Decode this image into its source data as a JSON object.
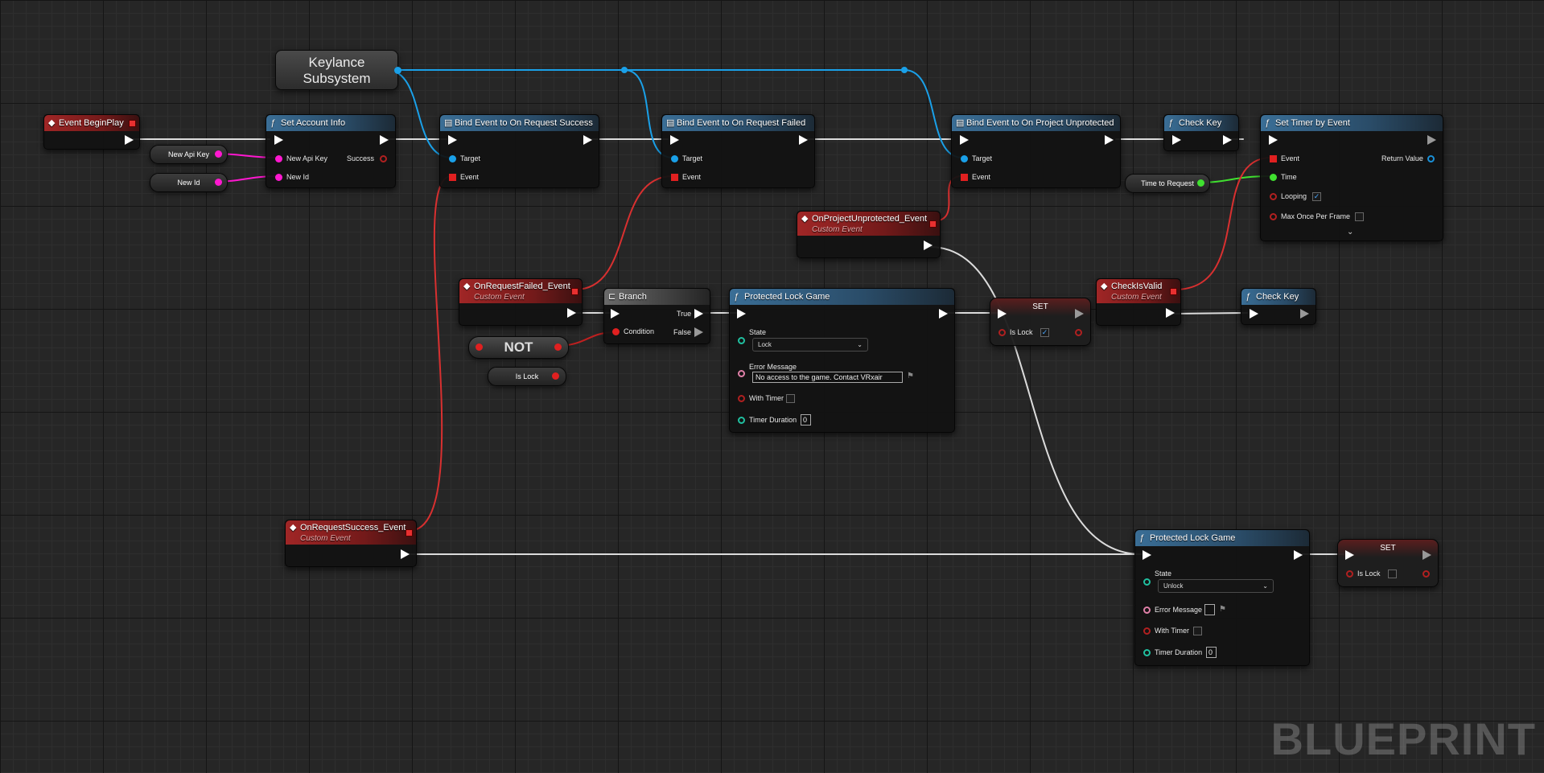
{
  "subsystem": {
    "title": "Keylance Subsystem"
  },
  "event_begin_play": {
    "title": "Event BeginPlay"
  },
  "set_account_info": {
    "title": "Set Account Info",
    "pin_new_api_key": "New Api Key",
    "pin_new_id": "New Id",
    "pin_success": "Success"
  },
  "var_new_api_key": "New Api Key",
  "var_new_id": "New Id",
  "bind_success": {
    "title": "Bind Event to On Request Success",
    "pin_target": "Target",
    "pin_event": "Event"
  },
  "bind_failed": {
    "title": "Bind Event to On Request Failed",
    "pin_target": "Target",
    "pin_event": "Event"
  },
  "bind_unprotected": {
    "title": "Bind Event to On Project Unprotected",
    "pin_target": "Target",
    "pin_event": "Event"
  },
  "check_key_1": {
    "title": "Check Key"
  },
  "check_key_2": {
    "title": "Check Key"
  },
  "set_timer": {
    "title": "Set Timer by Event",
    "pin_event": "Event",
    "pin_time": "Time",
    "pin_looping": "Looping",
    "pin_max_once": "Max Once Per Frame",
    "pin_return": "Return Value",
    "looping_checked": true,
    "max_once_checked": false
  },
  "var_time_to_request": "Time to Request",
  "on_project_unprotected": {
    "title": "OnProjectUnprotected_Event",
    "subtitle": "Custom Event"
  },
  "on_request_failed": {
    "title": "OnRequestFailed_Event",
    "subtitle": "Custom Event"
  },
  "on_request_success": {
    "title": "OnRequestSuccess_Event",
    "subtitle": "Custom Event"
  },
  "check_is_valid": {
    "title": "CheckIsValid",
    "subtitle": "Custom Event"
  },
  "branch": {
    "title": "Branch",
    "pin_condition": "Condition",
    "pin_true": "True",
    "pin_false": "False"
  },
  "not_node": {
    "label": "NOT"
  },
  "var_is_lock": "Is Lock",
  "protected_lock_1": {
    "title": "Protected Lock Game",
    "pin_state": "State",
    "state_value": "Lock",
    "pin_error": "Error Message",
    "error_value": "No access to the game. Contact VRxair",
    "pin_with_timer": "With Timer",
    "pin_timer_duration": "Timer Duration",
    "timer_duration_value": "0"
  },
  "protected_lock_2": {
    "title": "Protected Lock Game",
    "pin_state": "State",
    "state_value": "Unlock",
    "pin_error": "Error Message",
    "error_value": "",
    "pin_with_timer": "With Timer",
    "pin_timer_duration": "Timer Duration",
    "timer_duration_value": "0"
  },
  "set_1": {
    "title": "SET",
    "pin_is_lock": "Is Lock",
    "is_lock_checked": true
  },
  "set_2": {
    "title": "SET",
    "pin_is_lock": "Is Lock",
    "is_lock_checked": false
  },
  "watermark": "BLUEPRINT",
  "colors": {
    "exec": "#ffffff",
    "object": "#1aa0e8",
    "delegate": "#e02020",
    "string": "#ff18d0",
    "float": "#40e030",
    "function_header": "#3a6e96",
    "event_header": "#a02626"
  }
}
